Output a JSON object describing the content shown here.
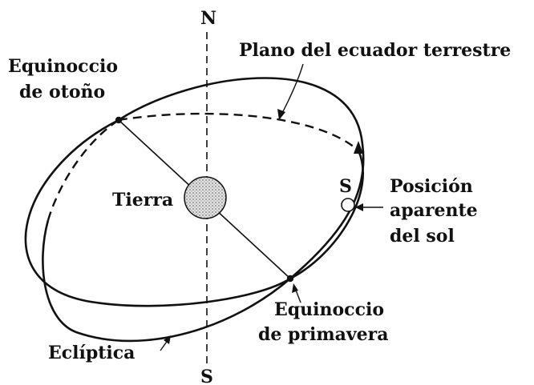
{
  "diagram": {
    "labels": {
      "north": "N",
      "south": "S",
      "plane": "Plano del ecuador terrestre",
      "autumn_line1": "Equinoccio",
      "autumn_line2": "de otoño",
      "spring_line1": "Equinoccio",
      "spring_line2": "de primavera",
      "earth": "Tierra",
      "sun_marker": "S",
      "sun_line1": "Posición",
      "sun_line2": "aparente",
      "sun_line3": "del sol",
      "ecliptic": "Eclíptica"
    },
    "colors": {
      "ink": "#111111",
      "earth_fill": "#c8c8c8",
      "background": "#ffffff"
    }
  }
}
